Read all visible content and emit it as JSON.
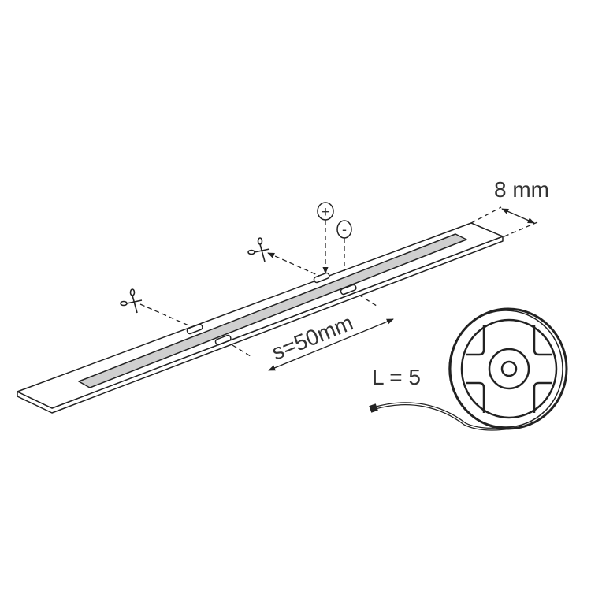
{
  "labels": {
    "width": "8 mm",
    "spacing": "s=50mm",
    "length": "L = 5",
    "plus": "+",
    "minus": "-"
  },
  "colors": {
    "line": "#222222",
    "emitter": "#cfcfcf"
  }
}
